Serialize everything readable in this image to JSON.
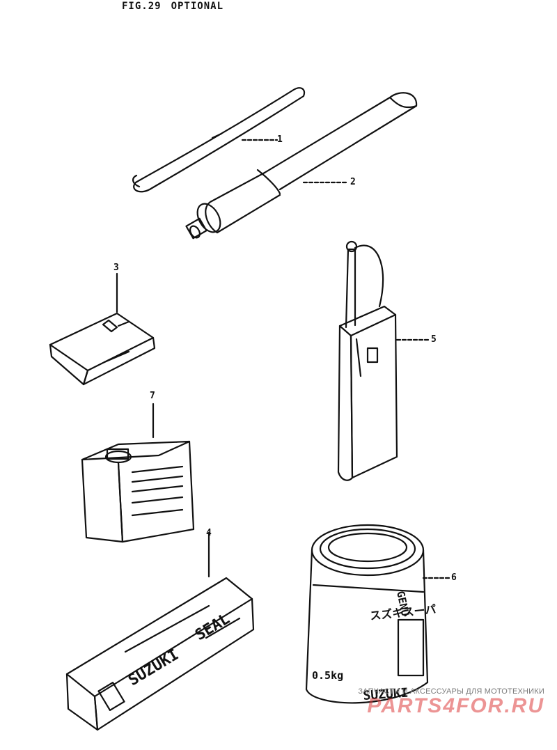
{
  "figure": {
    "number": "FIG.29",
    "title": "OPTIONAL"
  },
  "callouts": [
    "1",
    "2",
    "3",
    "4",
    "5",
    "6",
    "7"
  ],
  "labels": {
    "box4_brand": "SUZUKI",
    "box4_product": "SEAL",
    "can6_brand": "SUZUKI",
    "can6_japanese": "スズキスーパ",
    "can6_weight": "0.5kg",
    "can6_header": "GENU"
  },
  "watermark": {
    "caption": "ЗАПЧАСТИ И АКСЕССУАРЫ ДЛЯ МОТОТЕХНИКИ",
    "brand": "PARTS4FOR.RU"
  },
  "colors": {
    "ink": "#111111",
    "watermark_red": "#dc3c3c",
    "watermark_gray": "#7a7a7a"
  }
}
